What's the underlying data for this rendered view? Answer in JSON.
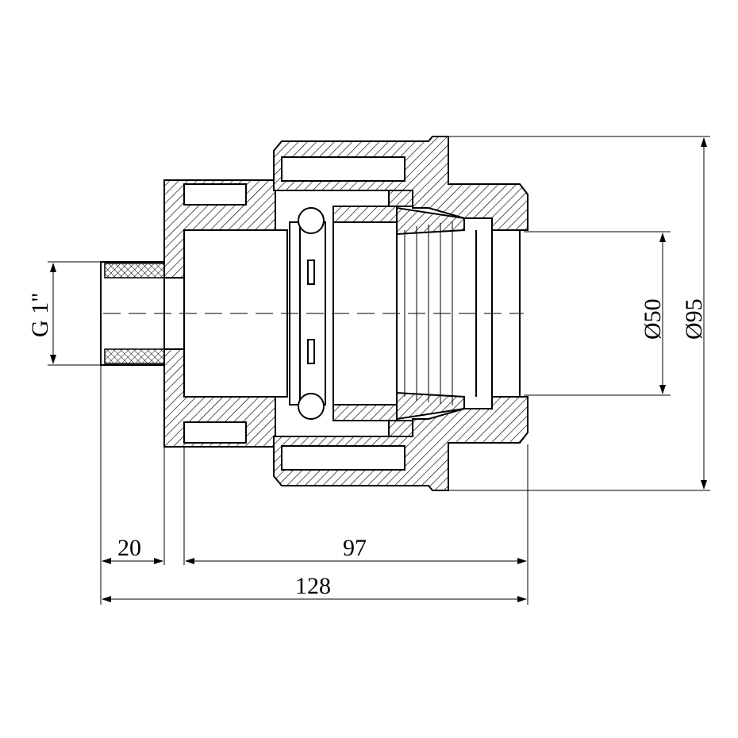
{
  "title": "Compression fitting to male thread, sectional drawing",
  "dimensions": {
    "thread": "G 1\"",
    "inner_diameter": "Ø50",
    "outer_diameter": "Ø95",
    "thread_length": "20",
    "body_length": "97",
    "total_length": "128"
  }
}
